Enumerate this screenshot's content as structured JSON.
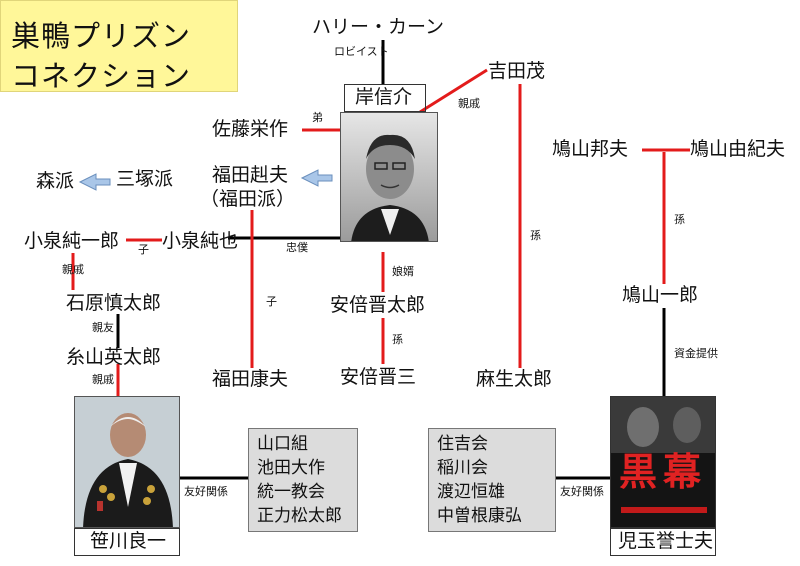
{
  "title": {
    "line1": "巣鴨プリズン",
    "line2": "コネクション"
  },
  "nodes": {
    "harry_kern": "ハリー・カーン",
    "kishi": "岸信介",
    "yoshida": "吉田茂",
    "sato": "佐藤栄作",
    "fukuda_takeo": "福田赳夫",
    "fukuda_ha": "（福田派）",
    "mitsuzuka": "三塚派",
    "mori": "森派",
    "koizumi_junichiro": "小泉純一郎",
    "koizumi_junya": "小泉純也",
    "abe_shintaro": "安倍晋太郎",
    "abe_shinzo": "安倍晋三",
    "fukuda_yasuo": "福田康夫",
    "aso": "麻生太郎",
    "hatoyama_kunio": "鳩山邦夫",
    "hatoyama_yukio": "鳩山由紀夫",
    "hatoyama_ichiro": "鳩山一郎",
    "ishihara": "石原慎太郎",
    "itoyama": "糸山英太郎",
    "sasakawa": "笹川良一",
    "kodama": "児玉誉士夫"
  },
  "edges": {
    "lobbyist": "ロビイスト",
    "younger_brother": "弟",
    "relative_yoshida": "親戚",
    "child_koizumi": "子",
    "loyal_retainer": "忠僕",
    "relative_koizumi": "親戚",
    "close_friend": "親友",
    "relative_itoyama": "親戚",
    "son_in_law": "娘婿",
    "child_fukuda": "子",
    "grandson_abe": "孫",
    "grandson_aso": "孫",
    "grandson_hatoyama": "孫",
    "funding": "資金提供",
    "friendly_sasakawa": "友好関係",
    "friendly_kodama": "友好関係"
  },
  "groups": {
    "sasakawa_friends": [
      "山口組",
      "池田大作",
      "統一教会",
      "正力松太郎"
    ],
    "kodama_friends": [
      "住吉会",
      "稲川会",
      "渡辺恒雄",
      "中曽根康弘"
    ]
  },
  "book_cover": {
    "title": "黒幕"
  },
  "colors": {
    "title_bg": "#fff799",
    "red_line": "#e31b1b",
    "black_line": "#000000",
    "arrow": "#a9c6e8",
    "group_bg": "#dcdcdc"
  }
}
